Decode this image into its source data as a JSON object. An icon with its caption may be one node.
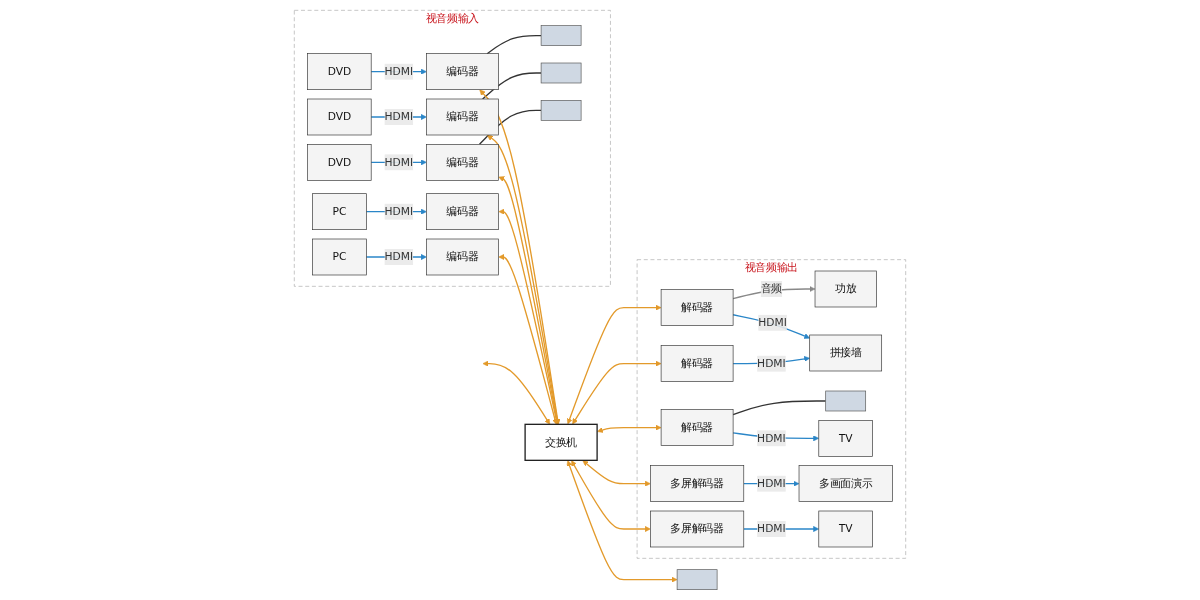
{
  "diagram": {
    "nodes": [
      {
        "text": [
          "视音频输入"
        ]
      },
      {
        "text": [
          "DVD"
        ],
        "in": 0
      },
      {
        "text": [],
        "shape": "box",
        "in": 0
      },
      {
        "text": [
          "编码器"
        ],
        "in": 0
      },
      {
        "text": [
          "DVD"
        ],
        "in": 0
      },
      {
        "text": [],
        "shape": "box",
        "in": 0
      },
      {
        "text": [
          "编码器"
        ],
        "in": 0
      },
      {
        "text": [
          "DVD"
        ],
        "in": 0
      },
      {
        "text": [],
        "shape": "box",
        "in": 0
      },
      {
        "text": [
          "编码器"
        ],
        "in": 0
      },
      {
        "text": [
          "PC"
        ],
        "in": 0
      },
      {
        "text": [
          "编码器"
        ],
        "in": 0
      },
      {
        "text": [
          "PC"
        ],
        "in": 0
      },
      {
        "text": [
          "编码器"
        ],
        "in": 0
      },
      {
        "text": [
          "交换机"
        ]
      },
      {
        "text": [
          "视音频输出"
        ]
      },
      {
        "text": [
          "解码器"
        ],
        "in": 15
      },
      {
        "text": [
          "功放"
        ],
        "in": 15
      },
      {
        "text": [
          "拼接墙"
        ],
        "in": 15
      },
      {
        "text": [
          "解码器"
        ],
        "in": 15
      },
      {
        "text": [
          "解码器"
        ],
        "in": 15
      },
      {
        "text": [],
        "shape": "box",
        "in": 15
      },
      {
        "text": [
          "TV"
        ],
        "in": 15
      },
      {
        "text": [
          "多屏解码器"
        ],
        "in": 15
      },
      {
        "text": [
          "多画面演示"
        ],
        "in": 15
      },
      {
        "text": [
          "多屏解码器"
        ],
        "in": 15
      },
      {
        "text": [
          "TV"
        ],
        "in": 15
      },
      {
        "text": [],
        "shape": "box"
      }
    ],
    "edges": [
      {
        "from": 1,
        "to": 3,
        "arrow": "to",
        "label": "HDMI",
        "color": "#2a86c8"
      },
      {
        "from": 3,
        "to": 2,
        "arrow": "none",
        "color": "#333333"
      },
      {
        "from": 4,
        "to": 6,
        "arrow": "to",
        "label": "HDMI",
        "color": "#2a86c8"
      },
      {
        "from": 6,
        "to": 5,
        "arrow": "none",
        "color": "#333333"
      },
      {
        "from": 7,
        "to": 9,
        "arrow": "to",
        "label": "HDMI",
        "color": "#2a86c8"
      },
      {
        "from": 9,
        "to": 8,
        "arrow": "none",
        "color": "#333333"
      },
      {
        "from": 10,
        "to": 11,
        "arrow": "to",
        "label": "HDMI",
        "color": "#2a86c8"
      },
      {
        "from": 12,
        "to": 13,
        "arrow": "to",
        "label": "HDMI",
        "color": "#2a86c8"
      },
      {
        "from": 3,
        "to": 14,
        "arrow": "both"
      },
      {
        "from": 6,
        "to": 14,
        "arrow": "both"
      },
      {
        "from": 9,
        "to": 14,
        "arrow": "both"
      },
      {
        "from": 11,
        "to": 14,
        "arrow": "both"
      },
      {
        "from": 13,
        "to": 14,
        "arrow": "both"
      },
      {
        "from": 14,
        "to": 16,
        "arrow": "both"
      },
      {
        "from": 14,
        "to": 19,
        "arrow": "both"
      },
      {
        "from": 14,
        "to": 20,
        "arrow": "both"
      },
      {
        "from": 14,
        "to": 23,
        "arrow": "both"
      },
      {
        "from": 14,
        "to": 25,
        "arrow": "both"
      },
      {
        "from": 16,
        "to": 17,
        "arrow": "to",
        "label": "音频",
        "color": "#888888"
      },
      {
        "from": 16,
        "to": 18,
        "arrow": "to",
        "label": "HDMI",
        "color": "#2a86c8"
      },
      {
        "from": 19,
        "to": 18,
        "arrow": "to",
        "label": "HDMI",
        "color": "#2a86c8"
      },
      {
        "from": 20,
        "to": 21,
        "arrow": "none",
        "color": "#333333"
      },
      {
        "from": 20,
        "to": 22,
        "arrow": "to",
        "label": "HDMI",
        "color": "#2a86c8"
      },
      {
        "from": 23,
        "to": 24,
        "arrow": "to",
        "label": "HDMI",
        "color": "#2a86c8"
      },
      {
        "from": 25,
        "to": 26,
        "arrow": "to",
        "label": "HDMI",
        "color": "#2a86c8"
      },
      {
        "from": 14,
        "to": 27,
        "arrow": "both"
      },
      {
        "from": null,
        "to": 14,
        "arrow": "both"
      }
    ]
  }
}
